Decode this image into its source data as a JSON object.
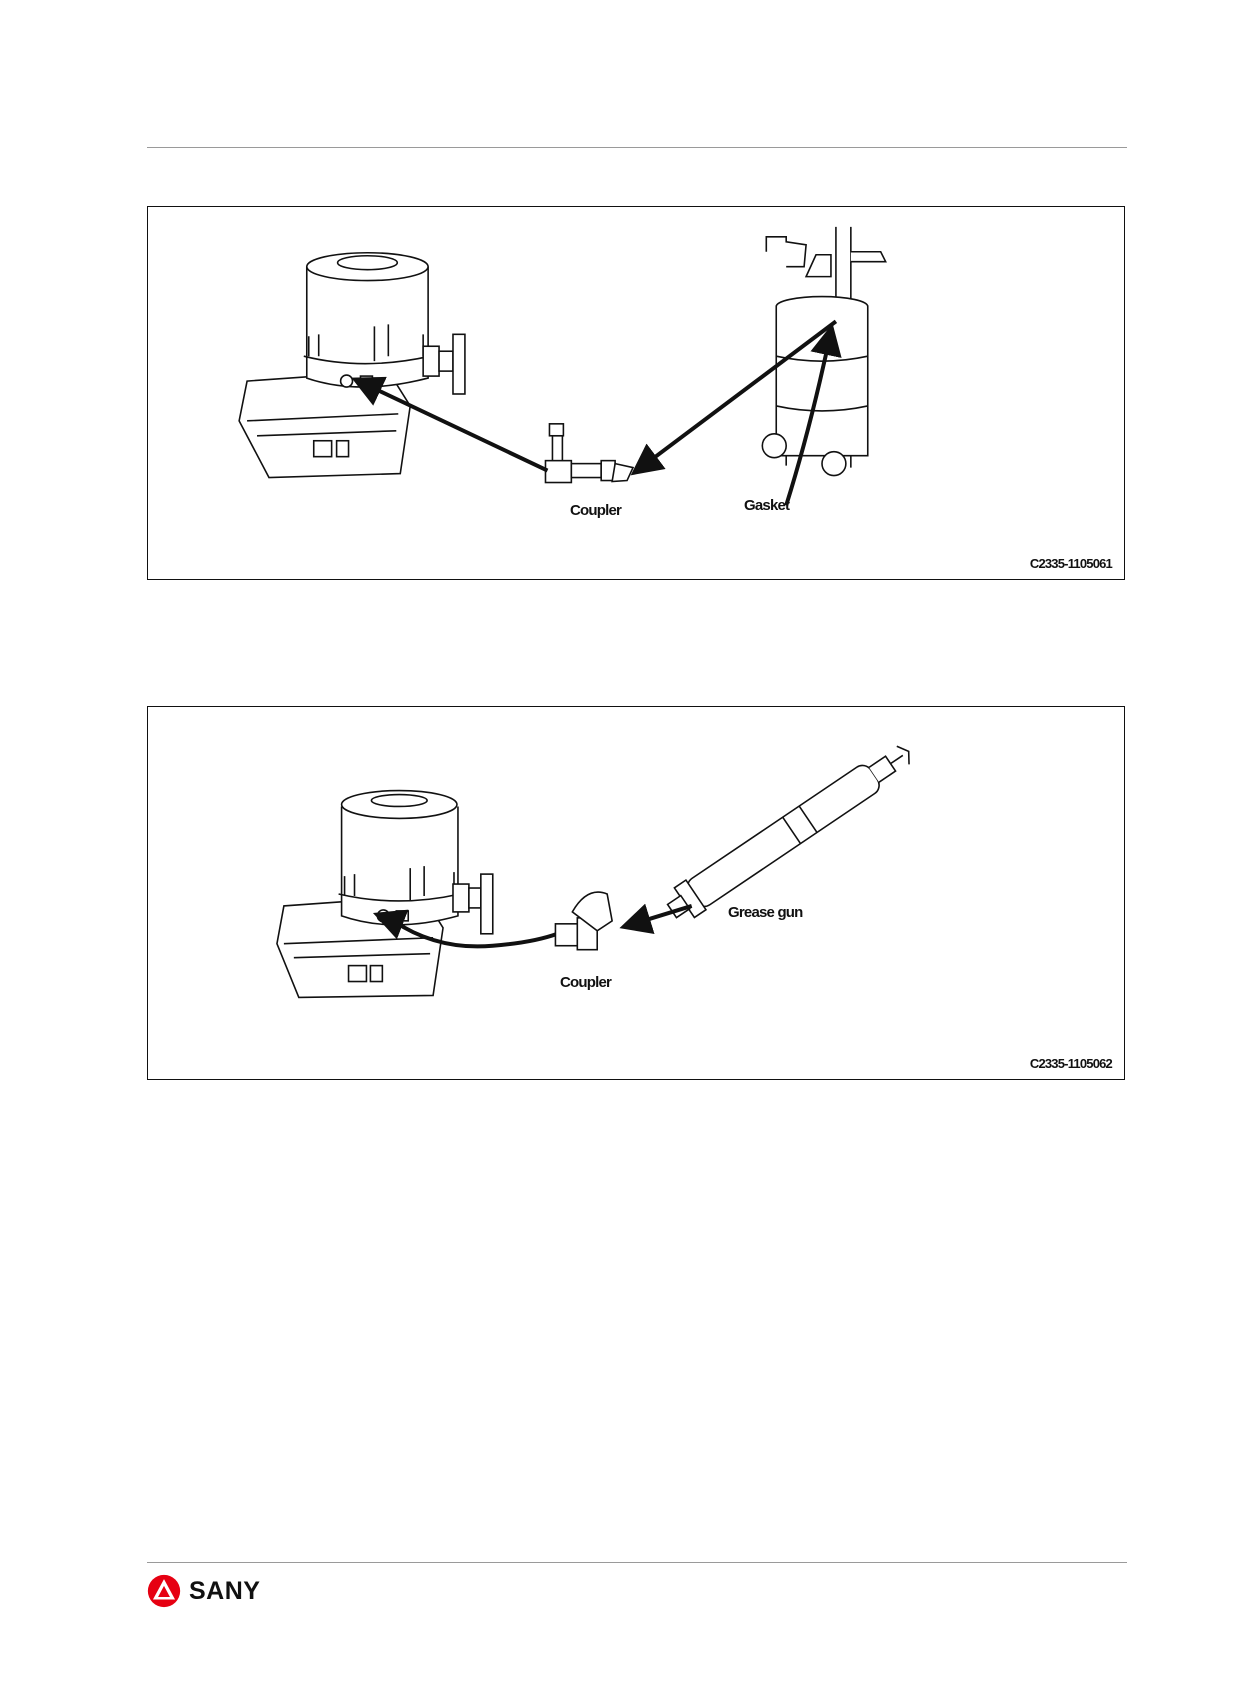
{
  "figure1": {
    "labels": {
      "coupler": "Coupler",
      "gasket": "Gasket"
    },
    "code": "C2335-1105061"
  },
  "figure2": {
    "labels": {
      "coupler": "Coupler",
      "grease_gun": "Grease gun"
    },
    "code": "C2335-1105062"
  },
  "footer": {
    "brand": "SANY",
    "brand_color": "#e60012"
  },
  "icons": {
    "logo": "sany-logo-icon"
  }
}
